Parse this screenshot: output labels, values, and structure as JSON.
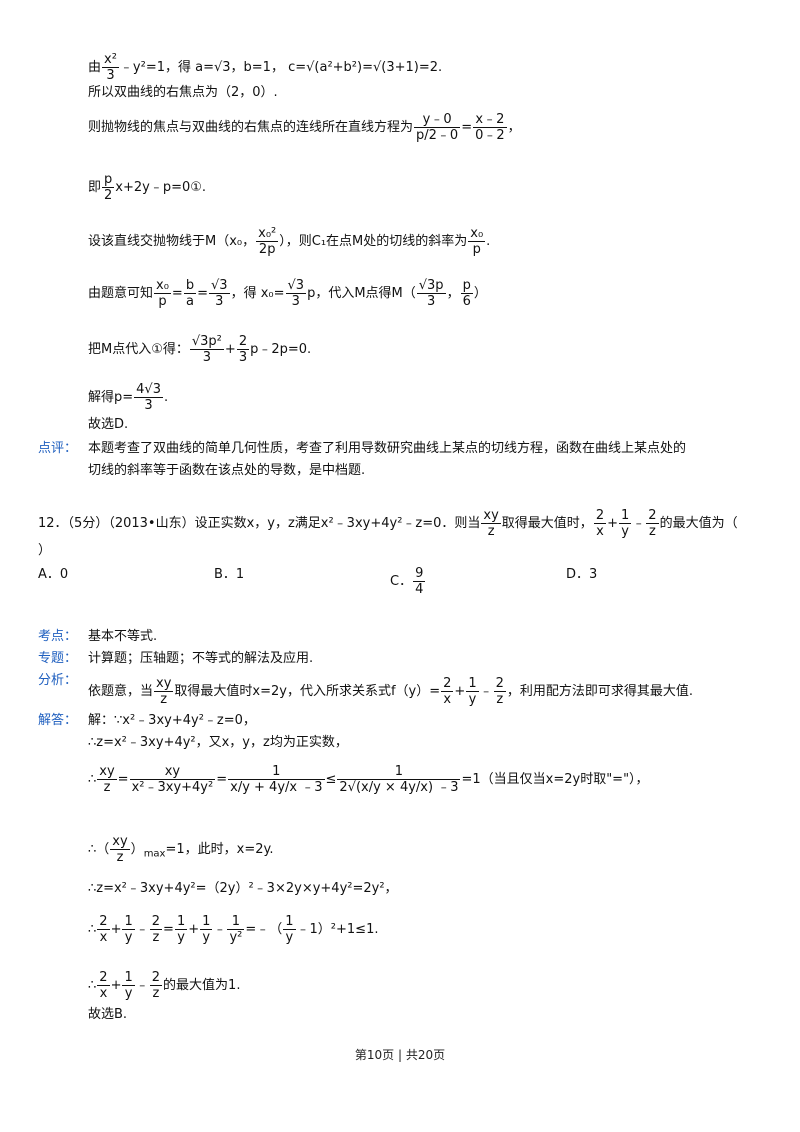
{
  "sol_top": {
    "line1_a": "由",
    "line1_frac_n": "x²",
    "line1_frac_d": "3",
    "line1_b": "﹣y²=1，得 a=√3，b=1， c=√(a²+b²)=√(3+1)=2.",
    "line2": "所以双曲线的右焦点为（2，0）.",
    "line3_a": "则抛物线的焦点与双曲线的右焦点的连线所在直线方程为",
    "line3_f1_n": "y﹣0",
    "line3_f1_d": "p/2﹣0",
    "line3_eq": "=",
    "line3_f2_n": "x﹣2",
    "line3_f2_d": "0﹣2",
    "line3_end": "，",
    "line4_a": "即",
    "line4_frac_n": "p",
    "line4_frac_d": "2",
    "line4_b": "x+2y﹣p=0①.",
    "line5_a": "设该直线交抛物线于M（x₀，",
    "line5_frac_n": "x₀²",
    "line5_frac_d": "2p",
    "line5_b": "），则C₁在点M处的切线的斜率为",
    "line5_f2_n": "x₀",
    "line5_f2_d": "p",
    "line5_end": ".",
    "line6_a": "由题意可知",
    "line6_f1_n": "x₀",
    "line6_f1_d": "p",
    "line6_eq1": "=",
    "line6_f2_n": "b",
    "line6_f2_d": "a",
    "line6_eq2": "=",
    "line6_f3_n": "√3",
    "line6_f3_d": "3",
    "line6_b": "，得 x₀=",
    "line6_f4_n": "√3",
    "line6_f4_d": "3",
    "line6_c": "p，代入M点得M（",
    "line6_f5_n": "√3p",
    "line6_f5_d": "3",
    "line6_d": "，",
    "line6_f6_n": "p",
    "line6_f6_d": "6",
    "line6_end": "）",
    "line7_a": "把M点代入①得：",
    "line7_f1_n": "√3p²",
    "line7_f1_d": "3",
    "line7_plus": "+",
    "line7_f2_n": "2",
    "line7_f2_d": "3",
    "line7_b": "p﹣2p=0.",
    "line8_a": "解得p=",
    "line8_frac_n": "4√3",
    "line8_frac_d": "3",
    "line8_end": ".",
    "line9": "故选D.",
    "comment_label": "点评：",
    "comment_1": "本题考查了双曲线的简单几何性质，考查了利用导数研究曲线上某点的切线方程，函数在曲线上某点处的",
    "comment_2": "切线的斜率等于函数在该点处的导数，是中档题."
  },
  "q12": {
    "stem_a": "12．（5分）（2013•山东）设正实数x，y，z满足x²﹣3xy+4y²﹣z=0．则当",
    "stem_f1_n": "xy",
    "stem_f1_d": "z",
    "stem_b": "取得最大值时，",
    "stem_f2_n": "2",
    "stem_f2_d": "x",
    "stem_plus": "+",
    "stem_f3_n": "1",
    "stem_f3_d": "y",
    "stem_minus": "﹣",
    "stem_f4_n": "2",
    "stem_f4_d": "z",
    "stem_c": "的最大值为（",
    "stem_d": "）",
    "opt_a": "A．0",
    "opt_b": "B．1",
    "opt_c_prefix": "C．",
    "opt_c_n": "9",
    "opt_c_d": "4",
    "opt_d": "D．3"
  },
  "analysis": {
    "kaodian_label": "考点：",
    "kaodian": "基本不等式.",
    "zhuanti_label": "专题：",
    "zhuanti": "计算题；压轴题；不等式的解法及应用.",
    "fenxi_label": "分析：",
    "fenxi_a": "依题意，当",
    "fenxi_f1_n": "xy",
    "fenxi_f1_d": "z",
    "fenxi_b": "取得最大值时x=2y，代入所求关系式f（y）=",
    "fenxi_f2_n": "2",
    "fenxi_f2_d": "x",
    "fenxi_plus": "+",
    "fenxi_f3_n": "1",
    "fenxi_f3_d": "y",
    "fenxi_minus": "﹣",
    "fenxi_f4_n": "2",
    "fenxi_f4_d": "z",
    "fenxi_c": "，利用配方法即可求得其最大值.",
    "jieda_label": "解答：",
    "s1": "解：∵x²﹣3xy+4y²﹣z=0，",
    "s2": "∴z=x²﹣3xy+4y²，又x，y，z均为正实数，",
    "s3_a": "∴",
    "s3_f1_n": "xy",
    "s3_f1_d": "z",
    "s3_eq": "=",
    "s3_f2_n": "xy",
    "s3_f2_d": "x²﹣3xy+4y²",
    "s3_eq2": "=",
    "s3_f3_n": "1",
    "s3_f3_d": "x/y + 4y/x ﹣3",
    "s3_le": "≤",
    "s3_f4_n": "1",
    "s3_f4_d": "2√(x/y × 4y/x) ﹣3",
    "s3_b": "=1（当且仅当x=2y时取\"=\"），",
    "s4_a": "∴（",
    "s4_f_n": "xy",
    "s4_f_d": "z",
    "s4_b": "）",
    "s4_max": "max",
    "s4_c": "=1，此时，x=2y.",
    "s5": "∴z=x²﹣3xy+4y²=（2y）²﹣3×2y×y+4y²=2y²，",
    "s6_a": "∴",
    "s6_f1_n": "2",
    "s6_f1_d": "x",
    "s6_p1": "+",
    "s6_f2_n": "1",
    "s6_f2_d": "y",
    "s6_m1": "﹣",
    "s6_f3_n": "2",
    "s6_f3_d": "z",
    "s6_eq": "=",
    "s6_f4_n": "1",
    "s6_f4_d": "y",
    "s6_p2": "+",
    "s6_f5_n": "1",
    "s6_f5_d": "y",
    "s6_m2": "﹣",
    "s6_f6_n": "1",
    "s6_f6_d": "y²",
    "s6_b": "=﹣（",
    "s6_f7_n": "1",
    "s6_f7_d": "y",
    "s6_c": "﹣1）²+1≤1.",
    "s7_a": "∴",
    "s7_f1_n": "2",
    "s7_f1_d": "x",
    "s7_plus": "+",
    "s7_f2_n": "1",
    "s7_f2_d": "y",
    "s7_minus": "﹣",
    "s7_f3_n": "2",
    "s7_f3_d": "z",
    "s7_b": "的最大值为1.",
    "s8": "故选B."
  },
  "footer": "第10页 | 共20页"
}
